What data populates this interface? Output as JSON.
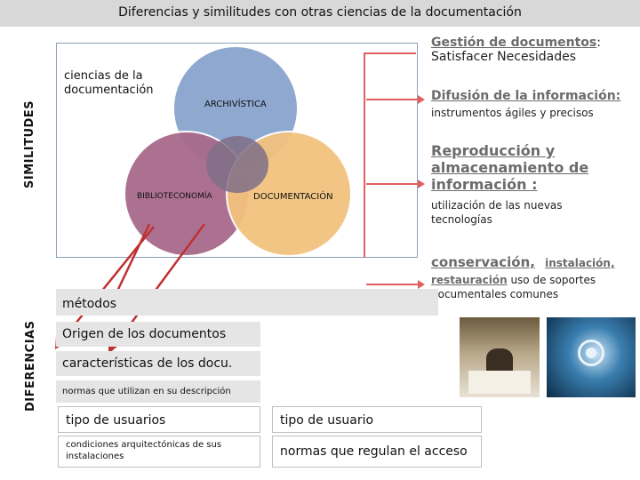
{
  "title": "Diferencias y similitudes con otras ciencias de la documentación",
  "side_labels": {
    "similitudes": "SIMILITUDES",
    "diferencias": "DIFERENCIAS"
  },
  "venn": {
    "heading": "ciencias de la documentación",
    "circles": [
      "ARCHIVÍSTICA",
      "BIBLIOTECONOMÍA",
      "DOCUMENTACIÓN"
    ],
    "colors": {
      "archivistica": "#8fa8d0",
      "biblioteconomia": "#a86a8c",
      "documentacion": "#f2c27f",
      "overlap": "#7f6f86"
    }
  },
  "right_items": [
    {
      "title": "Gestión de documentos",
      "sep": ":",
      "sub": "Satisfacer Necesidades"
    },
    {
      "title": "Difusión de la información:",
      "sub": "instrumentos ágiles y precisos"
    },
    {
      "title": "Reproducción y almacenamiento de información :",
      "sub": "utilización de las nuevas tecnologías"
    },
    {
      "title_a": "conservación,",
      "title_b": "instalación,",
      "title_c": "restauración",
      "sub": "uso de soportes documentales comunes"
    }
  ],
  "differences": {
    "metodos": "métodos",
    "origen": "Origen de los documentos",
    "caracteristicas": "características de los docu.",
    "normas": "normas que utilizan en su descripción",
    "tipo_usuarios": "tipo de usuarios",
    "tipo_usuario": "tipo de usuario",
    "condiciones": "condiciones arquitectónicas de sus instalaciones",
    "normas_acceso": "normas que regulan el acceso"
  },
  "arrow_color": "#c03030",
  "connector_color": "#e06060"
}
